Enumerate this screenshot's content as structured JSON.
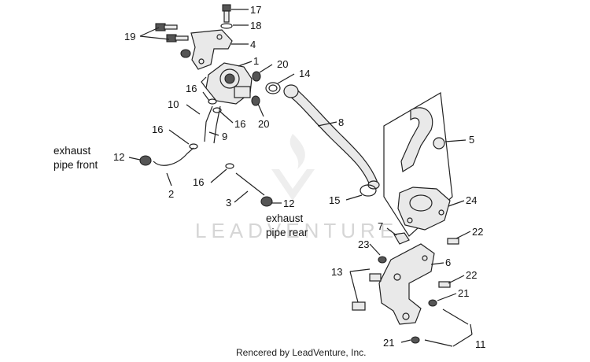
{
  "watermark": "LEADVENTURE",
  "credit": "Rencered by LeadVenture, Inc.",
  "notes": {
    "front_line1": "exhaust",
    "front_line2": "pipe front",
    "rear_line1": "exhaust",
    "rear_line2": "pipe rear"
  },
  "callouts": {
    "c1": "1",
    "c2": "2",
    "c3": "3",
    "c4": "4",
    "c5": "5",
    "c6": "6",
    "c7": "7",
    "c8": "8",
    "c9": "9",
    "c10": "10",
    "c11": "11",
    "c12a": "12",
    "c12b": "12",
    "c13": "13",
    "c14": "14",
    "c15": "15",
    "c16a": "16",
    "c16b": "16",
    "c16c": "16",
    "c16d": "16",
    "c17": "17",
    "c18": "18",
    "c19": "19",
    "c20a": "20",
    "c20b": "20",
    "c21a": "21",
    "c21b": "21",
    "c22a": "22",
    "c22b": "22",
    "c23": "23",
    "c24": "24"
  }
}
